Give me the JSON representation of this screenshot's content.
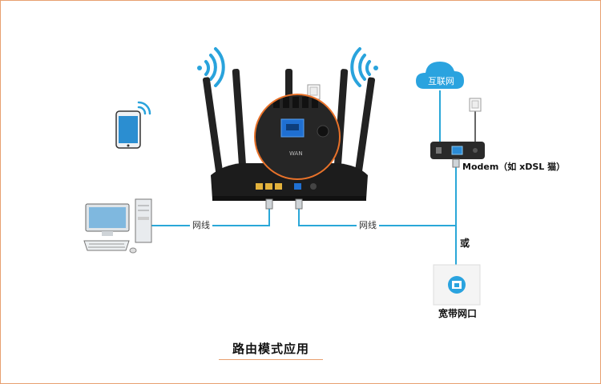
{
  "diagram": {
    "cloud_label": "互联网",
    "cable_label_left": "网线",
    "cable_label_right": "网线",
    "modem_label": "Modem（如 xDSL 猫）",
    "or_label": "或",
    "wall_jack_label": "宽带网口",
    "router_port_label": "WAN",
    "caption": "路由模式应用"
  },
  "colors": {
    "cable": "#2aa7d8",
    "cloud": "#2aa3df",
    "frame_border": "#e8a070",
    "wan_port": "#1f6fd1",
    "lan_port": "#e3b23c",
    "wifi": "#29a3dc"
  }
}
